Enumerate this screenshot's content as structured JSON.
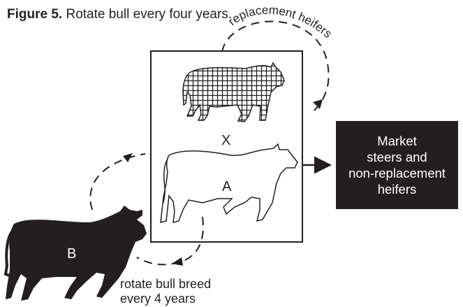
{
  "caption": {
    "bold": "Figure 5.",
    "text": " Rotate bull every four years."
  },
  "labels": {
    "replacement_heifers": "replacement heifers",
    "cross": "X",
    "bull_a": "A",
    "bull_b": "B",
    "rotate": "rotate bull breed\nevery 4 years"
  },
  "market_box": {
    "text": "Market\nsteers and\nnon-replacement\nheifers"
  },
  "colors": {
    "ink": "#231f20",
    "background": "#ffffff"
  },
  "icons": [
    "crosshatched-cow-icon",
    "outline-bull-icon",
    "black-bull-icon"
  ]
}
